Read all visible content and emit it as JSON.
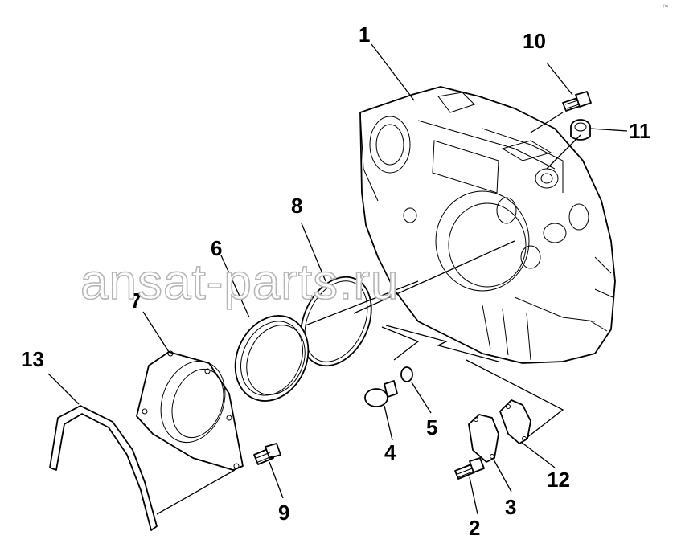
{
  "watermark": "ansat-parts.ru",
  "corner_mark": "r=",
  "callouts": [
    "1",
    "2",
    "3",
    "4",
    "5",
    "6",
    "7",
    "8",
    "9",
    "10",
    "11",
    "12",
    "13"
  ]
}
